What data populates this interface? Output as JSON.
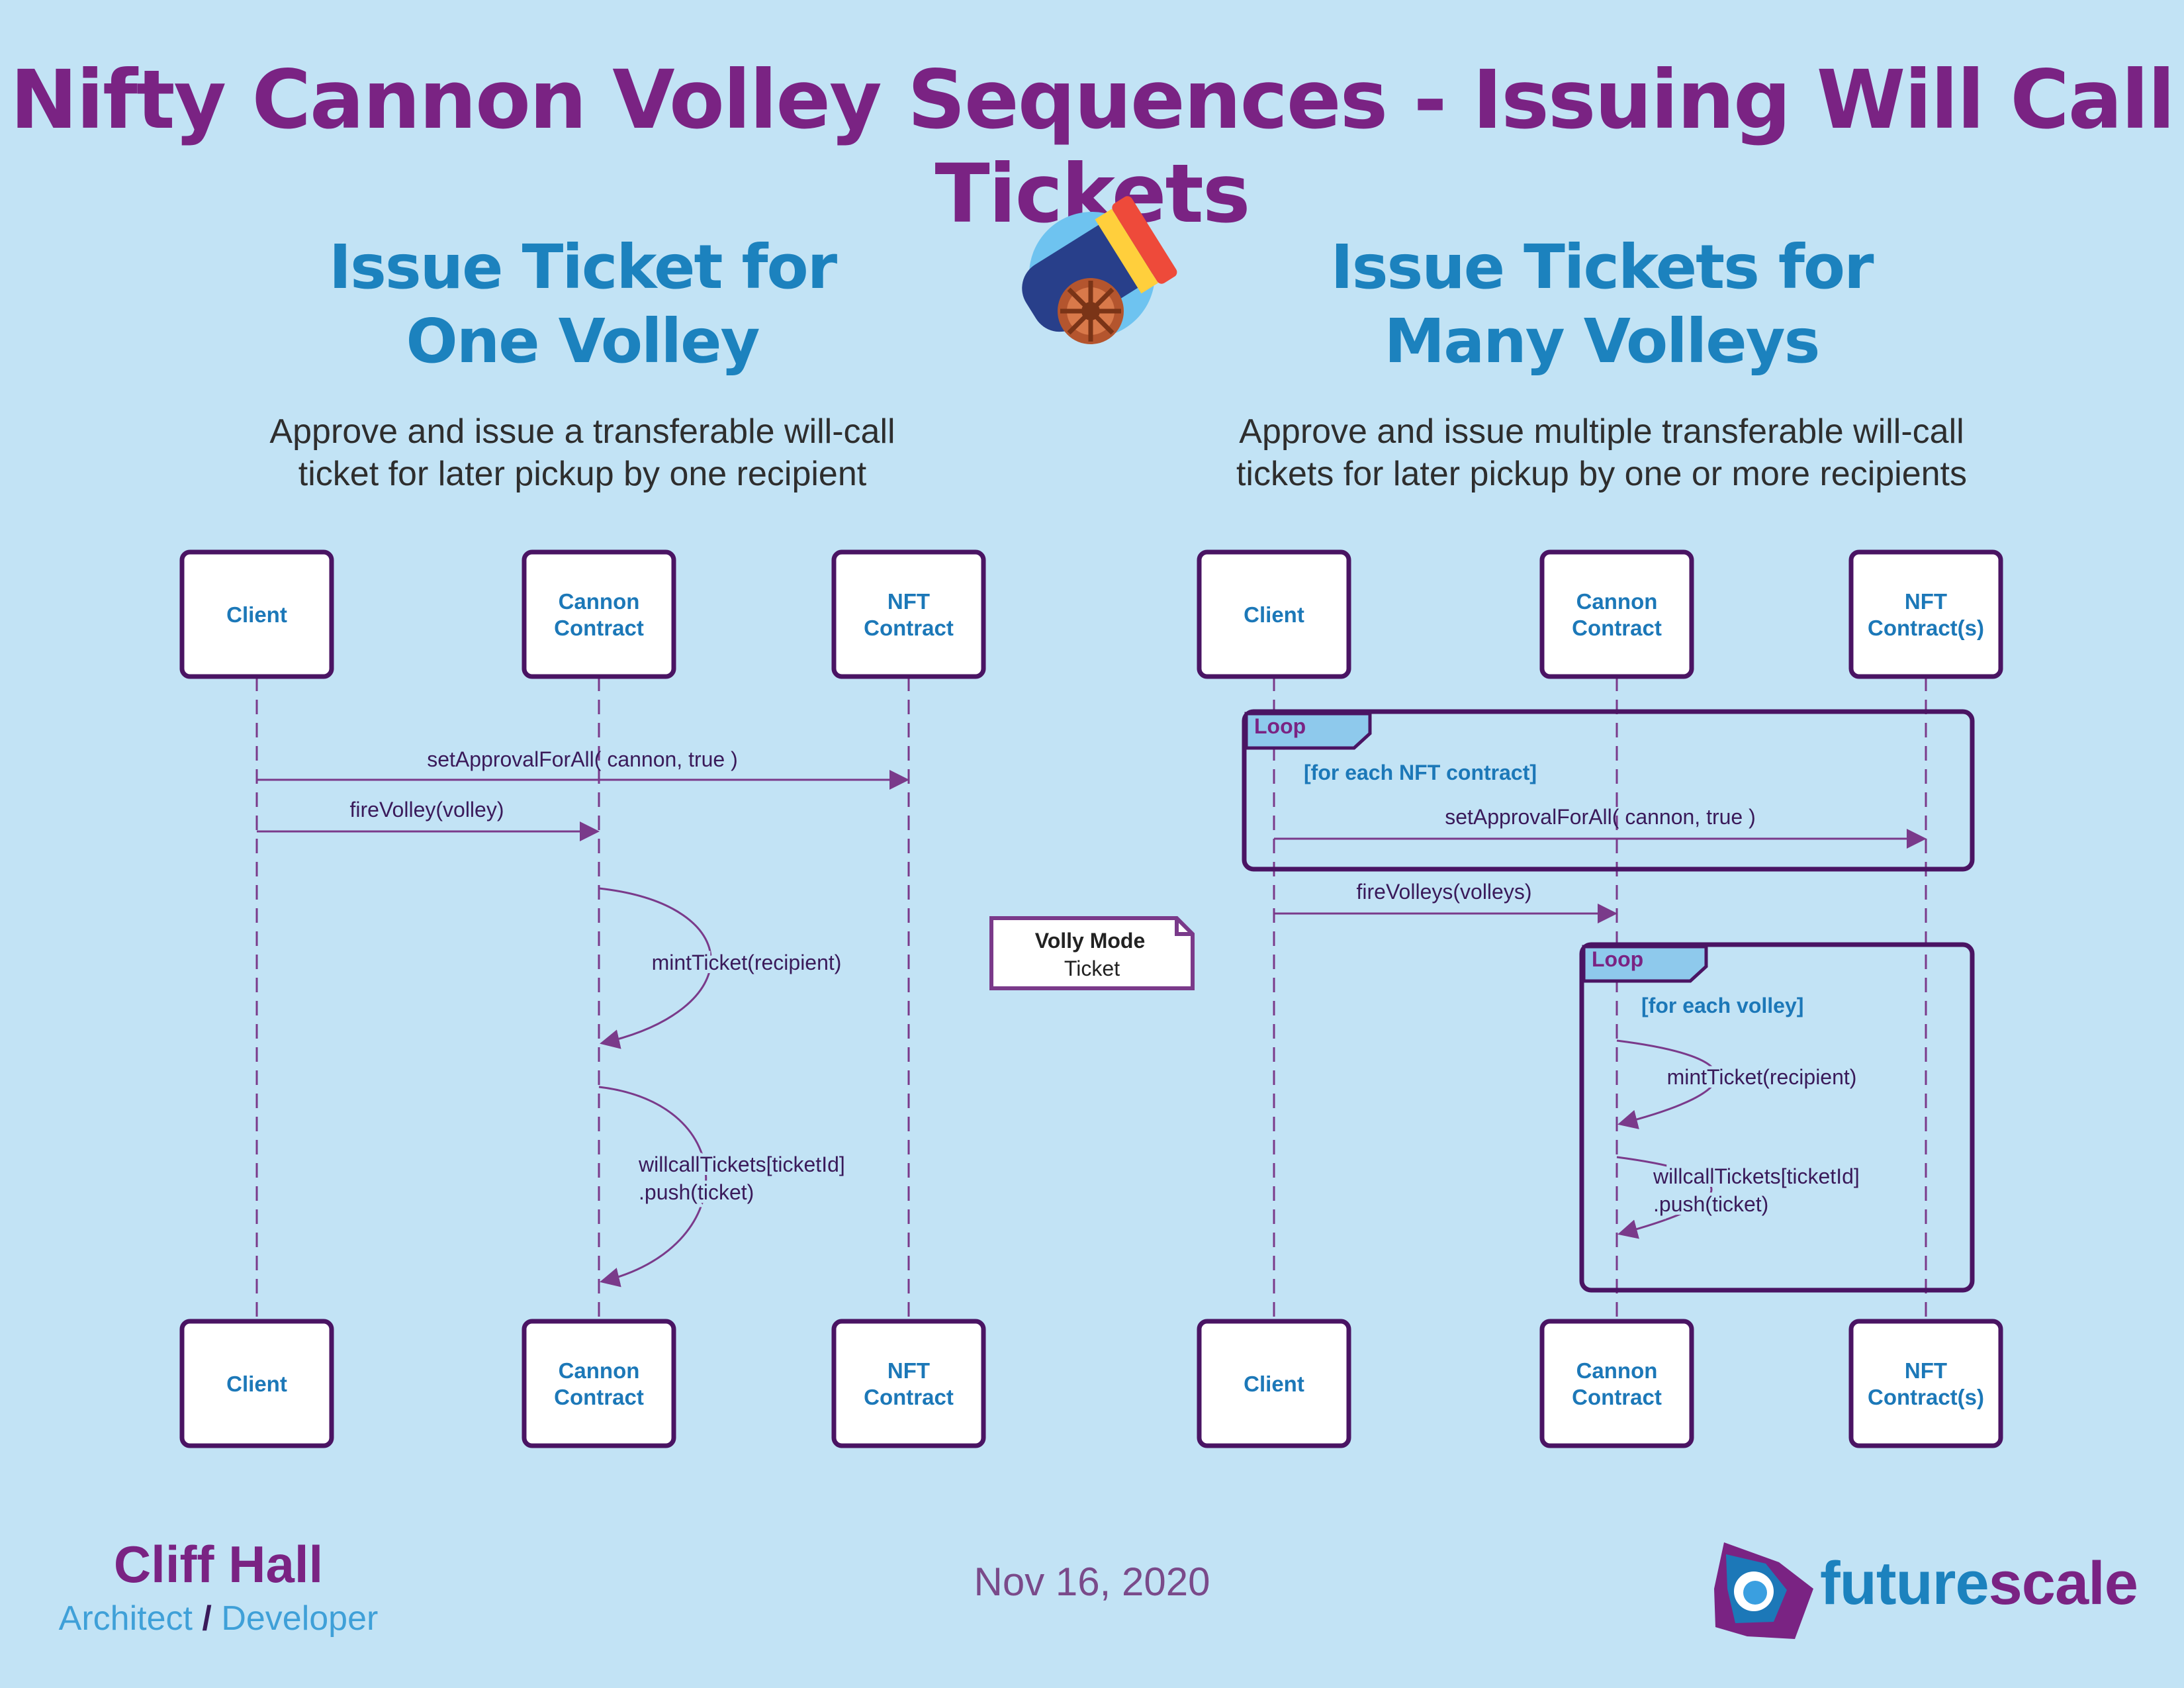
{
  "title": "Nifty Cannon Volley Sequences - Issuing Will Call Tickets",
  "left_section": {
    "title_line1": "Issue Ticket for",
    "title_line2": "One Volley",
    "desc_line1": "Approve and issue a transferable will-call",
    "desc_line2": "ticket for later pickup by one recipient"
  },
  "right_section": {
    "title_line1": "Issue Tickets for",
    "title_line2": "Many Volleys",
    "desc_line1": "Approve and issue multiple transferable will-call",
    "desc_line2": "tickets for later pickup by one or more recipients"
  },
  "left_diagram": {
    "participants": [
      {
        "name": "client",
        "lines": [
          "Client"
        ]
      },
      {
        "name": "cannon-contract",
        "lines": [
          "Cannon",
          "Contract"
        ]
      },
      {
        "name": "nft-contract",
        "lines": [
          "NFT",
          "Contract"
        ]
      }
    ],
    "messages": [
      {
        "name": "set-approval-message",
        "from": 0,
        "to": 2,
        "lines": [
          "setApprovalForAll( cannon, true )"
        ]
      },
      {
        "name": "fire-volley-message",
        "from": 0,
        "to": 1,
        "lines": [
          "fireVolley(volley)"
        ]
      }
    ],
    "self_calls": [
      {
        "name": "mint-ticket-call",
        "on": 1,
        "lines": [
          "mintTicket(recipient)"
        ]
      },
      {
        "name": "willcall-push-call",
        "on": 1,
        "lines": [
          "willcallTickets[ticketId]",
          ".push(ticket)"
        ]
      }
    ]
  },
  "note": {
    "title": "Volly Mode",
    "text": "Ticket"
  },
  "right_diagram": {
    "participants": [
      {
        "name": "client",
        "lines": [
          "Client"
        ]
      },
      {
        "name": "cannon-contract",
        "lines": [
          "Cannon",
          "Contract"
        ]
      },
      {
        "name": "nft-contracts",
        "lines": [
          "NFT",
          "Contract(s)"
        ]
      }
    ],
    "loops": [
      {
        "name": "loop-nft-contracts",
        "label": "Loop",
        "guard": "[for each NFT contract]"
      },
      {
        "name": "loop-volleys",
        "label": "Loop",
        "guard": "[for each volley]"
      }
    ],
    "messages": [
      {
        "name": "set-approval-message",
        "from": 0,
        "to": 2,
        "lines": [
          "setApprovalForAll( cannon, true )"
        ]
      },
      {
        "name": "fire-volleys-message",
        "from": 0,
        "to": 1,
        "lines": [
          "fireVolleys(volleys)"
        ]
      }
    ],
    "self_calls": [
      {
        "name": "mint-ticket-call",
        "on": 1,
        "lines": [
          "mintTicket(recipient)"
        ]
      },
      {
        "name": "willcall-push-call",
        "on": 1,
        "lines": [
          "willcallTickets[ticketId]",
          ".push(ticket)"
        ]
      }
    ]
  },
  "footer": {
    "author": "Cliff Hall",
    "role_a": "Architect",
    "role_sep": "/",
    "role_b": "Developer",
    "date": "Nov 16, 2020",
    "brand_a": "future",
    "brand_b": "scale"
  },
  "icons": {
    "cannon": "cannon-icon",
    "brand_logo": "futurescale-logo-icon"
  },
  "colors": {
    "background": "#c2e3f5",
    "title": "#7a2383",
    "section_title": "#1c82be",
    "box_border": "#4a1463",
    "participant_text": "#1c78b8",
    "arrow": "#7a3a8a",
    "loop_tag": "#8ec9ec"
  }
}
